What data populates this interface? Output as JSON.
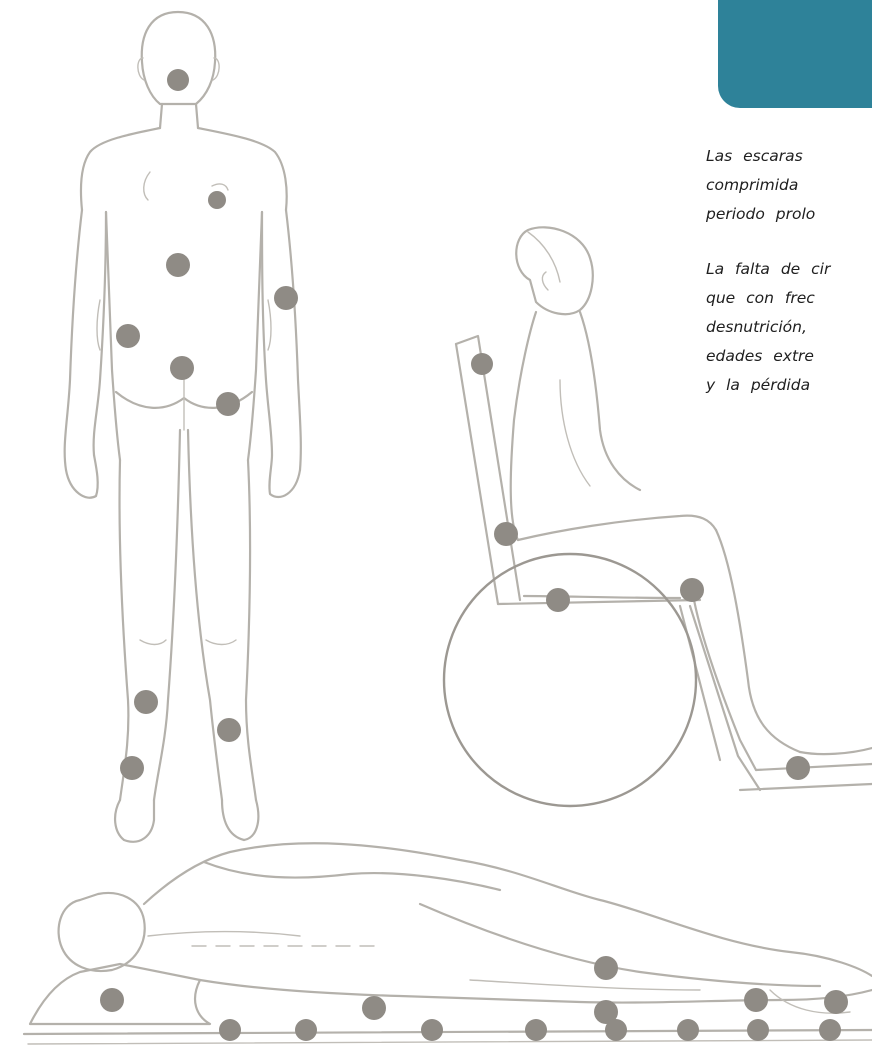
{
  "banner": {
    "color": "#2e8299"
  },
  "paragraphs": [
    [
      "Las escaras",
      "comprimida",
      "periodo prolo"
    ],
    [
      "La falta de cir",
      "que con frec",
      "desnutrición,",
      "edades extre",
      "y la pérdida"
    ]
  ],
  "figures": [
    "standing-figure-back-view",
    "seated-figure-wheelchair",
    "lying-figure-side-view"
  ],
  "colors": {
    "outline": "#b4b1ab",
    "pressure_point": "#8f8b85",
    "text": "#202020"
  }
}
